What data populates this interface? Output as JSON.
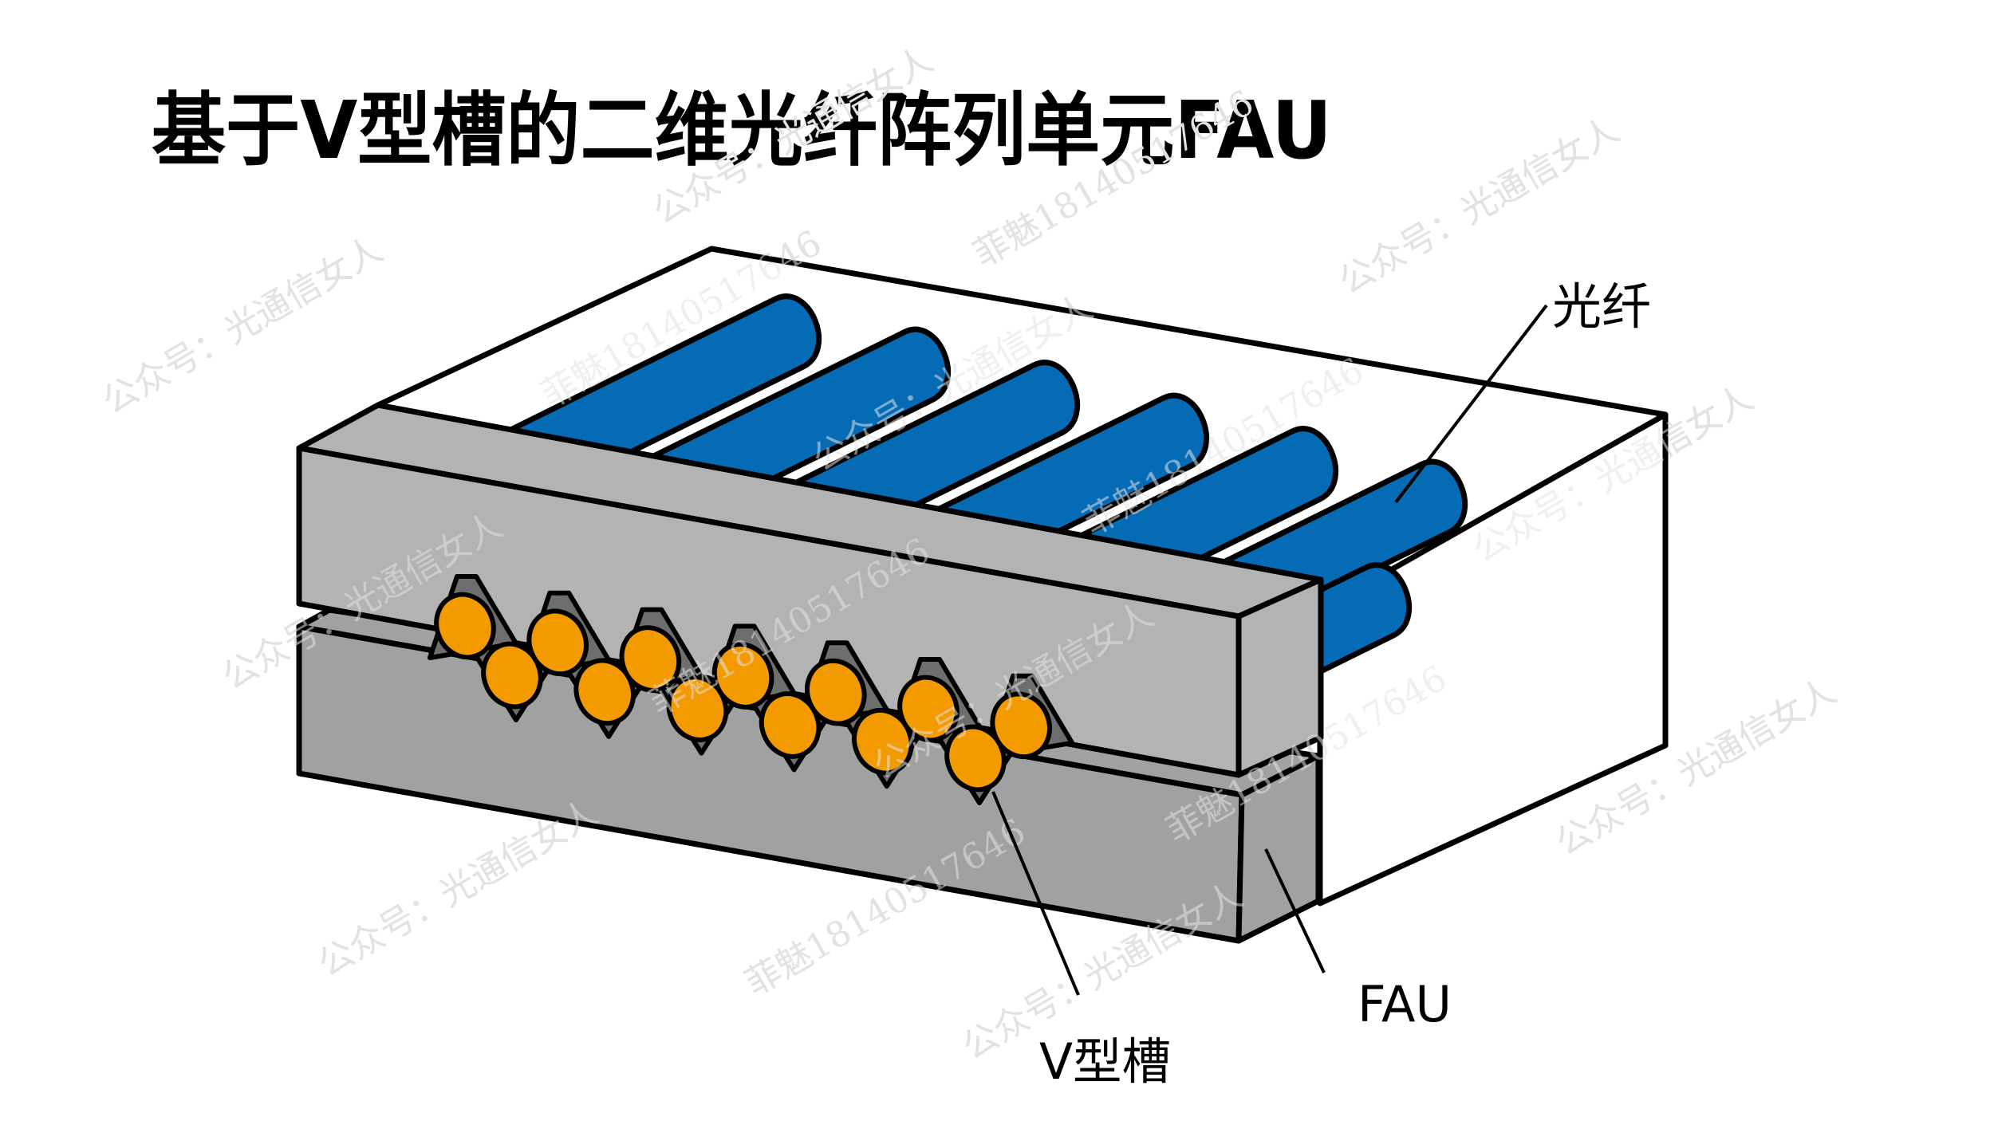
{
  "title": "基于V型槽的二维光纤阵列单元FAU",
  "labels": {
    "fiber": "光纤",
    "v_groove": "V型槽",
    "fau": "FAU"
  },
  "watermarks": {
    "account": "公众号：光通信女人",
    "contact": "菲魅18140517646"
  },
  "diagram": {
    "top_fiber_count": 6,
    "lower_fiber_count": 1,
    "upper_row_fiber_ends": 7,
    "lower_row_fiber_ends": 6
  },
  "colors": {
    "background": "#ffffff",
    "housing": "#ffffff",
    "upper_block": "#b3b3b3",
    "lower_block": "#a0a2a1",
    "groove": "#6e6e6e",
    "fiber_body": "#066bb5",
    "fiber_end": "#f39a00",
    "outline": "#000000",
    "watermark": "#e2e2e2"
  }
}
